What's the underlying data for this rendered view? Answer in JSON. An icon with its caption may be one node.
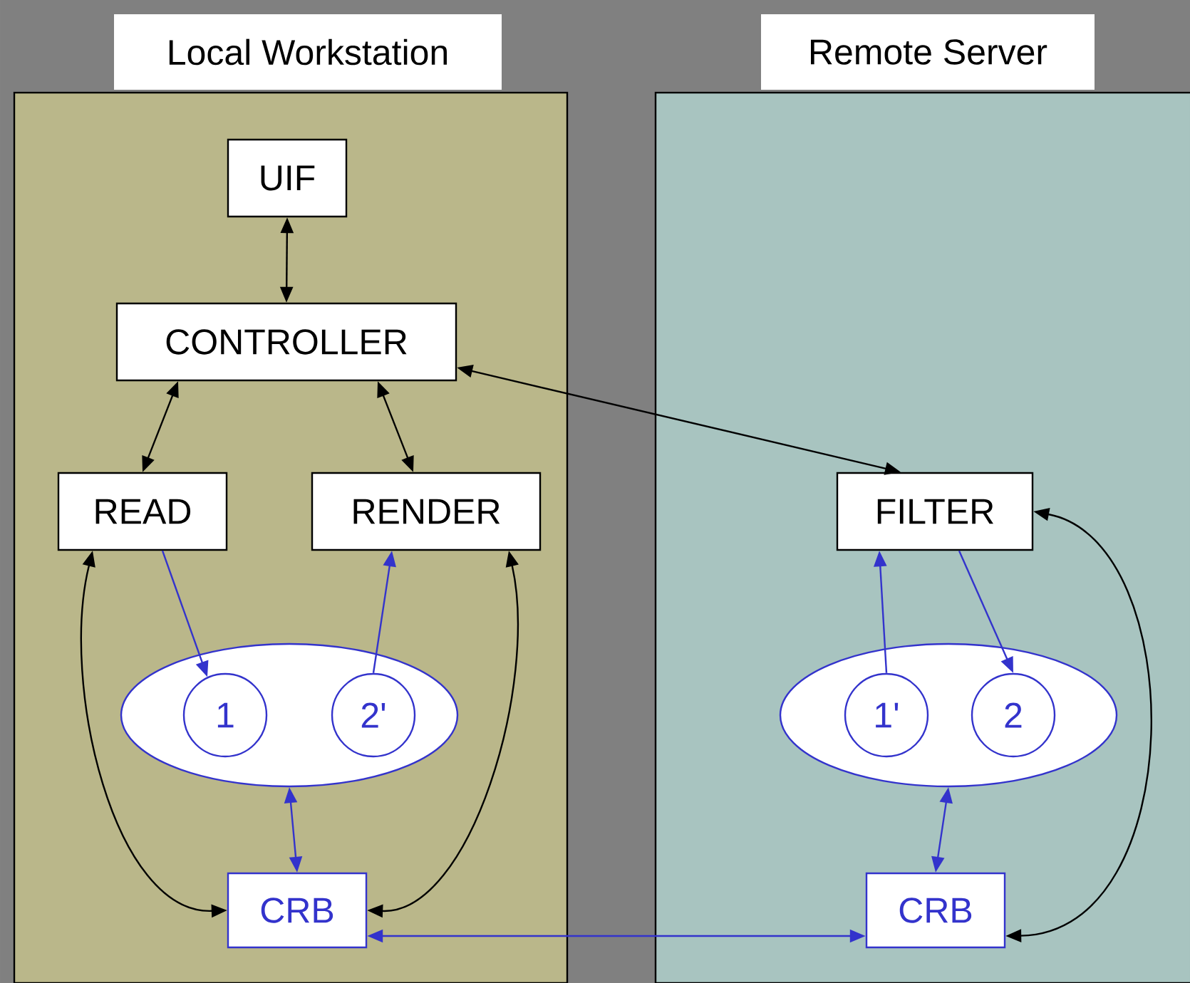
{
  "diagram": {
    "nodes": [
      {
        "text": [
          "Local Workstation"
        ]
      },
      {
        "text": [
          "Remote Server"
        ]
      },
      {
        "text": [
          "UIF"
        ],
        "in": 0
      },
      {
        "text": [
          "CONTROLLER"
        ],
        "in": 0
      },
      {
        "text": [
          "READ"
        ],
        "in": 0
      },
      {
        "text": [
          "RENDER"
        ],
        "in": 0
      },
      {
        "text": [],
        "shape": "ellipse",
        "in": 0
      },
      {
        "text": [
          "1"
        ],
        "in": 6
      },
      {
        "text": [
          "2'"
        ],
        "in": 6
      },
      {
        "text": [
          "CRB"
        ],
        "in": 0
      },
      {
        "text": [
          "FILTER"
        ],
        "in": 1
      },
      {
        "text": [],
        "shape": "ellipse",
        "in": 1
      },
      {
        "text": [
          "1'"
        ],
        "in": 11
      },
      {
        "text": [
          "2"
        ],
        "in": 11
      },
      {
        "text": [
          "CRB"
        ],
        "in": 1
      }
    ],
    "edges": [
      {
        "from": 2,
        "to": 3,
        "arrow": "both",
        "color": "#000000"
      },
      {
        "from": 3,
        "to": 4,
        "arrow": "both",
        "color": "#000000"
      },
      {
        "from": 3,
        "to": 5,
        "arrow": "both",
        "color": "#000000"
      },
      {
        "from": 3,
        "to": 10,
        "arrow": "both",
        "color": "#000000"
      },
      {
        "from": 4,
        "to": 7,
        "arrow": "to",
        "color": "#3333cc"
      },
      {
        "from": 8,
        "to": 5,
        "arrow": "to",
        "color": "#3333cc"
      },
      {
        "from": 4,
        "to": 9,
        "arrow": "both",
        "color": "#000000"
      },
      {
        "from": 5,
        "to": 9,
        "arrow": "both",
        "color": "#000000"
      },
      {
        "from": 6,
        "to": 9,
        "arrow": "both",
        "color": "#3333cc"
      },
      {
        "from": 12,
        "to": 10,
        "arrow": "to",
        "color": "#3333cc"
      },
      {
        "from": 10,
        "to": 13,
        "arrow": "to",
        "color": "#3333cc"
      },
      {
        "from": 11,
        "to": 14,
        "arrow": "both",
        "color": "#3333cc"
      },
      {
        "from": 10,
        "to": 14,
        "arrow": "both",
        "color": "#000000"
      },
      {
        "from": 9,
        "to": 14,
        "arrow": "both",
        "color": "#3333cc"
      }
    ]
  }
}
